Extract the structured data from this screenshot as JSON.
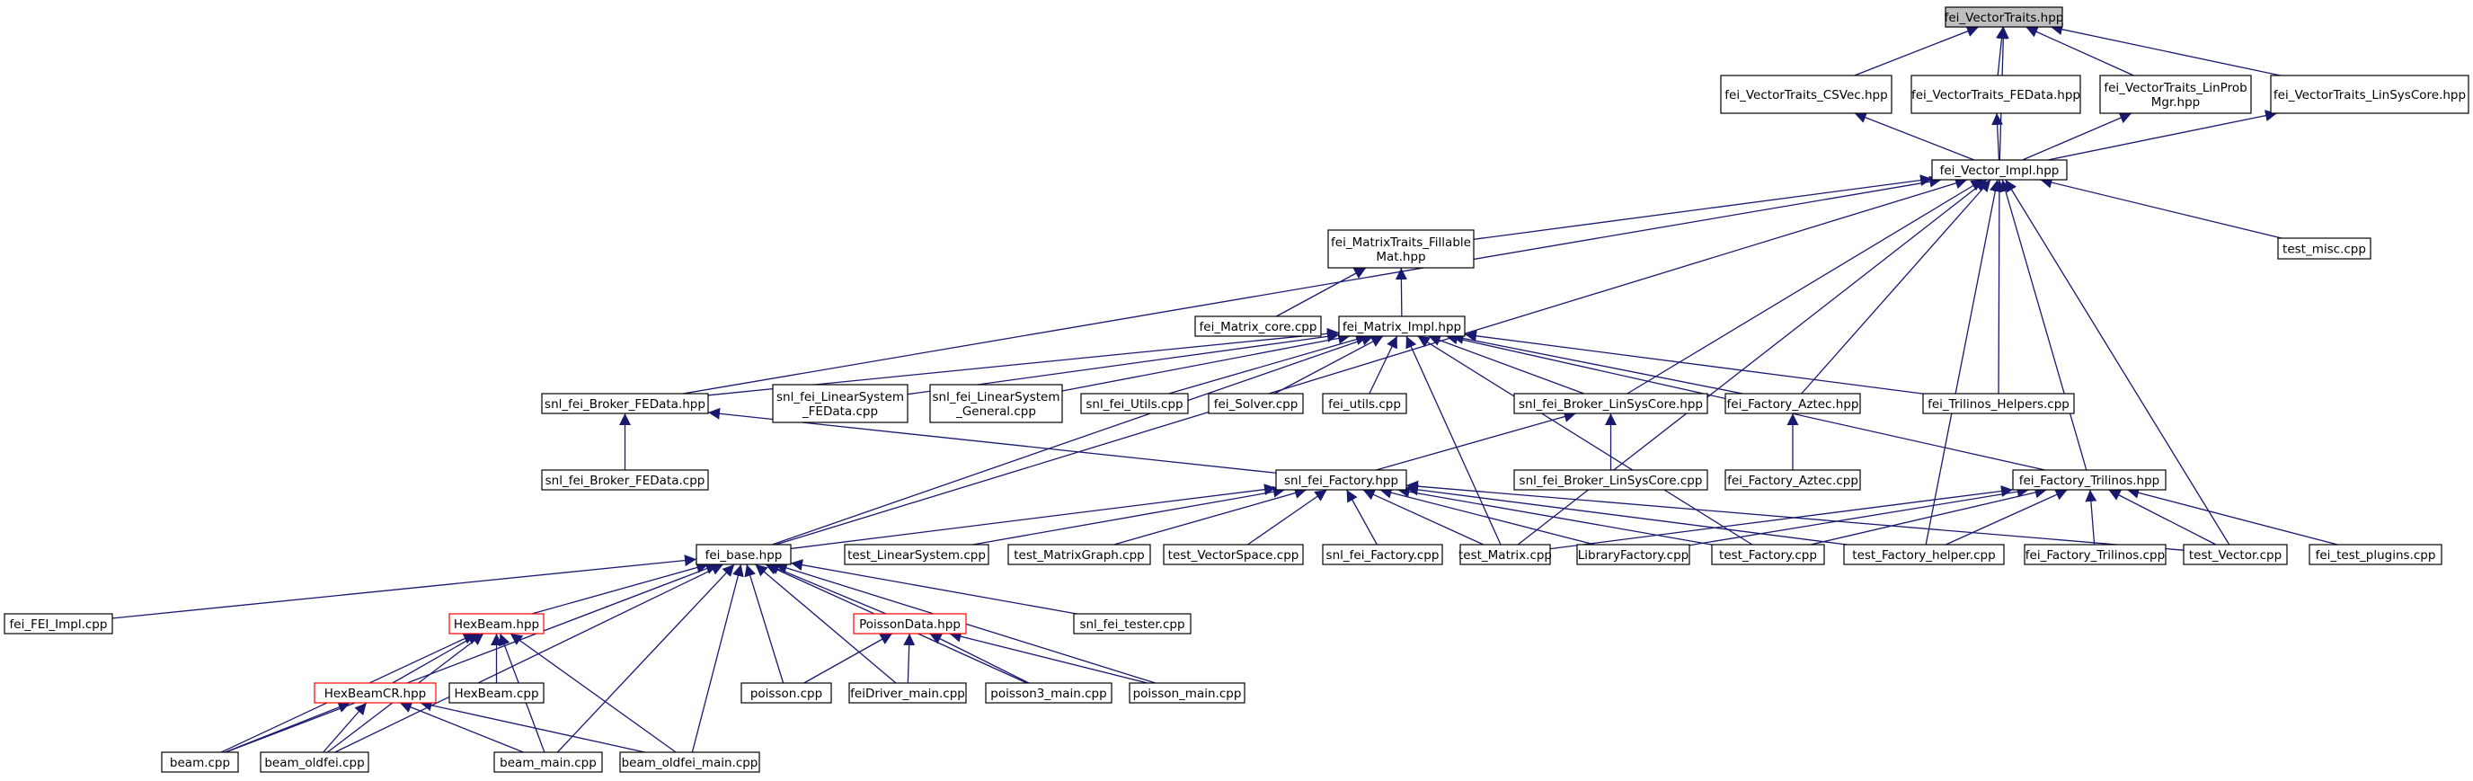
{
  "graph": {
    "nodes": [
      {
        "id": "VectorTraits",
        "lines": [
          "fei_VectorTraits.hpp"
        ],
        "root": true
      },
      {
        "id": "VT_CSVec",
        "lines": [
          "fei_VectorTraits_CSVec.hpp"
        ]
      },
      {
        "id": "VT_FEData",
        "lines": [
          "fei_VectorTraits_FEData.hpp"
        ]
      },
      {
        "id": "VT_LinProb",
        "lines": [
          "fei_VectorTraits_LinProb",
          "Mgr.hpp"
        ]
      },
      {
        "id": "VT_LinSys",
        "lines": [
          "fei_VectorTraits_LinSysCore.hpp"
        ]
      },
      {
        "id": "VectorImpl",
        "lines": [
          "fei_Vector_Impl.hpp"
        ]
      },
      {
        "id": "MT_Fillable",
        "lines": [
          "fei_MatrixTraits_Fillable",
          "Mat.hpp"
        ]
      },
      {
        "id": "test_misc",
        "lines": [
          "test_misc.cpp"
        ]
      },
      {
        "id": "Matrix_core",
        "lines": [
          "fei_Matrix_core.cpp"
        ]
      },
      {
        "id": "MatrixImpl",
        "lines": [
          "fei_Matrix_Impl.hpp"
        ]
      },
      {
        "id": "Broker_FEData_hpp",
        "lines": [
          "snl_fei_Broker_FEData.hpp"
        ]
      },
      {
        "id": "LS_FEData",
        "lines": [
          "snl_fei_LinearSystem",
          "_FEData.cpp"
        ]
      },
      {
        "id": "LS_General",
        "lines": [
          "snl_fei_LinearSystem",
          "_General.cpp"
        ]
      },
      {
        "id": "snl_Utils",
        "lines": [
          "snl_fei_Utils.cpp"
        ]
      },
      {
        "id": "Solver",
        "lines": [
          "fei_Solver.cpp"
        ]
      },
      {
        "id": "utils",
        "lines": [
          "fei_utils.cpp"
        ]
      },
      {
        "id": "Broker_LSC_hpp",
        "lines": [
          "snl_fei_Broker_LinSysCore.hpp"
        ]
      },
      {
        "id": "Aztec_hpp",
        "lines": [
          "fei_Factory_Aztec.hpp"
        ]
      },
      {
        "id": "Tril_Helpers",
        "lines": [
          "fei_Trilinos_Helpers.cpp"
        ]
      },
      {
        "id": "Broker_FEData_cpp",
        "lines": [
          "snl_fei_Broker_FEData.cpp"
        ]
      },
      {
        "id": "snl_Factory_hpp",
        "lines": [
          "snl_fei_Factory.hpp"
        ]
      },
      {
        "id": "Broker_LSC_cpp",
        "lines": [
          "snl_fei_Broker_LinSysCore.cpp"
        ]
      },
      {
        "id": "Aztec_cpp",
        "lines": [
          "fei_Factory_Aztec.cpp"
        ]
      },
      {
        "id": "Tril_hpp",
        "lines": [
          "fei_Factory_Trilinos.hpp"
        ]
      },
      {
        "id": "fei_base",
        "lines": [
          "fei_base.hpp"
        ]
      },
      {
        "id": "test_LS",
        "lines": [
          "test_LinearSystem.cpp"
        ]
      },
      {
        "id": "test_MG",
        "lines": [
          "test_MatrixGraph.cpp"
        ]
      },
      {
        "id": "test_VS",
        "lines": [
          "test_VectorSpace.cpp"
        ]
      },
      {
        "id": "snl_Factory_cpp",
        "lines": [
          "snl_fei_Factory.cpp"
        ]
      },
      {
        "id": "test_Matrix",
        "lines": [
          "test_Matrix.cpp"
        ]
      },
      {
        "id": "LibFactory",
        "lines": [
          "LibraryFactory.cpp"
        ]
      },
      {
        "id": "test_Factory",
        "lines": [
          "test_Factory.cpp"
        ]
      },
      {
        "id": "test_Factory_helper",
        "lines": [
          "test_Factory_helper.cpp"
        ]
      },
      {
        "id": "Tril_cpp",
        "lines": [
          "fei_Factory_Trilinos.cpp"
        ]
      },
      {
        "id": "test_Vector",
        "lines": [
          "test_Vector.cpp"
        ]
      },
      {
        "id": "test_plugins",
        "lines": [
          "fei_test_plugins.cpp"
        ]
      },
      {
        "id": "FEI_Impl",
        "lines": [
          "fei_FEI_Impl.cpp"
        ]
      },
      {
        "id": "HexBeam_hpp",
        "lines": [
          "HexBeam.hpp"
        ],
        "truncated": true
      },
      {
        "id": "PoissonData",
        "lines": [
          "PoissonData.hpp"
        ],
        "truncated": true
      },
      {
        "id": "snl_tester",
        "lines": [
          "snl_fei_tester.cpp"
        ]
      },
      {
        "id": "HexBeamCR",
        "lines": [
          "HexBeamCR.hpp"
        ],
        "truncated": true
      },
      {
        "id": "HexBeam_cpp",
        "lines": [
          "HexBeam.cpp"
        ]
      },
      {
        "id": "poisson",
        "lines": [
          "poisson.cpp"
        ]
      },
      {
        "id": "feiDriver",
        "lines": [
          "feiDriver_main.cpp"
        ]
      },
      {
        "id": "poisson3",
        "lines": [
          "poisson3_main.cpp"
        ]
      },
      {
        "id": "poisson_main",
        "lines": [
          "poisson_main.cpp"
        ]
      },
      {
        "id": "beam",
        "lines": [
          "beam.cpp"
        ]
      },
      {
        "id": "beam_oldfei",
        "lines": [
          "beam_oldfei.cpp"
        ]
      },
      {
        "id": "beam_main",
        "lines": [
          "beam_main.cpp"
        ]
      },
      {
        "id": "beam_oldfei_main",
        "lines": [
          "beam_oldfei_main.cpp"
        ]
      }
    ],
    "edges": [
      [
        "VT_CSVec",
        "VectorTraits"
      ],
      [
        "VT_FEData",
        "VectorTraits"
      ],
      [
        "VT_LinProb",
        "VectorTraits"
      ],
      [
        "VT_LinSys",
        "VectorTraits"
      ],
      [
        "VectorImpl",
        "VectorTraits"
      ],
      [
        "VectorImpl",
        "VT_CSVec"
      ],
      [
        "VectorImpl",
        "VT_FEData"
      ],
      [
        "VectorImpl",
        "VT_LinProb"
      ],
      [
        "VectorImpl",
        "VT_LinSys"
      ],
      [
        "MT_Fillable",
        "VectorImpl"
      ],
      [
        "test_misc",
        "VectorImpl"
      ],
      [
        "fei_base",
        "VectorImpl"
      ],
      [
        "Broker_FEData_hpp",
        "VectorImpl"
      ],
      [
        "Broker_LSC_hpp",
        "VectorImpl"
      ],
      [
        "Aztec_hpp",
        "VectorImpl"
      ],
      [
        "Tril_Helpers",
        "VectorImpl"
      ],
      [
        "Tril_hpp",
        "VectorImpl"
      ],
      [
        "test_Vector",
        "VectorImpl"
      ],
      [
        "test_Matrix",
        "VectorImpl"
      ],
      [
        "test_Factory_helper",
        "VectorImpl"
      ],
      [
        "Matrix_core",
        "MT_Fillable"
      ],
      [
        "MatrixImpl",
        "MT_Fillable"
      ],
      [
        "Broker_FEData_hpp",
        "MatrixImpl"
      ],
      [
        "LS_FEData",
        "MatrixImpl"
      ],
      [
        "LS_General",
        "MatrixImpl"
      ],
      [
        "snl_Utils",
        "MatrixImpl"
      ],
      [
        "Solver",
        "MatrixImpl"
      ],
      [
        "utils",
        "MatrixImpl"
      ],
      [
        "Broker_LSC_hpp",
        "MatrixImpl"
      ],
      [
        "Aztec_hpp",
        "MatrixImpl"
      ],
      [
        "Tril_Helpers",
        "MatrixImpl"
      ],
      [
        "Tril_hpp",
        "MatrixImpl"
      ],
      [
        "fei_base",
        "MatrixImpl"
      ],
      [
        "test_Matrix",
        "MatrixImpl"
      ],
      [
        "test_Factory",
        "MatrixImpl"
      ],
      [
        "Broker_FEData_cpp",
        "Broker_FEData_hpp"
      ],
      [
        "snl_Factory_hpp",
        "Broker_FEData_hpp"
      ],
      [
        "snl_Factory_hpp",
        "Broker_LSC_hpp"
      ],
      [
        "Broker_LSC_cpp",
        "Broker_LSC_hpp"
      ],
      [
        "Aztec_cpp",
        "Aztec_hpp"
      ],
      [
        "fei_base",
        "snl_Factory_hpp"
      ],
      [
        "test_LS",
        "snl_Factory_hpp"
      ],
      [
        "test_MG",
        "snl_Factory_hpp"
      ],
      [
        "test_VS",
        "snl_Factory_hpp"
      ],
      [
        "snl_Factory_cpp",
        "snl_Factory_hpp"
      ],
      [
        "test_Matrix",
        "snl_Factory_hpp"
      ],
      [
        "LibFactory",
        "snl_Factory_hpp"
      ],
      [
        "test_Factory",
        "snl_Factory_hpp"
      ],
      [
        "test_Factory_helper",
        "snl_Factory_hpp"
      ],
      [
        "test_Vector",
        "snl_Factory_hpp"
      ],
      [
        "test_Matrix",
        "Tril_hpp"
      ],
      [
        "LibFactory",
        "Tril_hpp"
      ],
      [
        "test_Factory",
        "Tril_hpp"
      ],
      [
        "test_Factory_helper",
        "Tril_hpp"
      ],
      [
        "Tril_cpp",
        "Tril_hpp"
      ],
      [
        "test_Vector",
        "Tril_hpp"
      ],
      [
        "test_plugins",
        "Tril_hpp"
      ],
      [
        "FEI_Impl",
        "fei_base"
      ],
      [
        "HexBeam_hpp",
        "fei_base"
      ],
      [
        "PoissonData",
        "fei_base"
      ],
      [
        "snl_tester",
        "fei_base"
      ],
      [
        "beam",
        "fei_base"
      ],
      [
        "beam_oldfei",
        "fei_base"
      ],
      [
        "beam_main",
        "fei_base"
      ],
      [
        "beam_oldfei_main",
        "fei_base"
      ],
      [
        "poisson",
        "fei_base"
      ],
      [
        "feiDriver",
        "fei_base"
      ],
      [
        "poisson3",
        "fei_base"
      ],
      [
        "poisson_main",
        "fei_base"
      ],
      [
        "HexBeamCR",
        "HexBeam_hpp"
      ],
      [
        "HexBeam_cpp",
        "HexBeam_hpp"
      ],
      [
        "beam",
        "HexBeam_hpp"
      ],
      [
        "beam_oldfei",
        "HexBeam_hpp"
      ],
      [
        "beam_main",
        "HexBeam_hpp"
      ],
      [
        "beam_oldfei_main",
        "HexBeam_hpp"
      ],
      [
        "beam",
        "HexBeamCR"
      ],
      [
        "beam_oldfei",
        "HexBeamCR"
      ],
      [
        "beam_main",
        "HexBeamCR"
      ],
      [
        "beam_oldfei_main",
        "HexBeamCR"
      ],
      [
        "poisson",
        "PoissonData"
      ],
      [
        "feiDriver",
        "PoissonData"
      ],
      [
        "poisson3",
        "PoissonData"
      ],
      [
        "poisson_main",
        "PoissonData"
      ]
    ]
  },
  "colors": {
    "edge": "#191970",
    "node_border": "#000000",
    "node_fill": "#ffffff",
    "root_fill": "#bfbfbf",
    "truncated_border": "#ff0000"
  }
}
